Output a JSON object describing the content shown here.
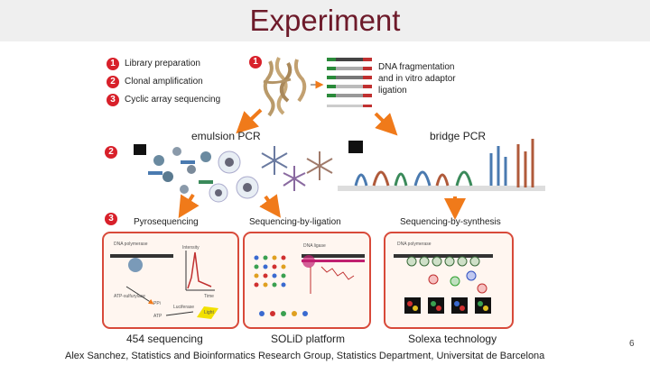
{
  "slide": {
    "title": "Experiment",
    "footer": "Alex Sanchez, Statistics and Bioinformatics Research Group, Statistics Department, Universitat de Barcelona",
    "page_number": "6"
  },
  "figure": {
    "steps": [
      {
        "number": "1",
        "label": "Library preparation"
      },
      {
        "number": "2",
        "label": "Clonal amplification"
      },
      {
        "number": "3",
        "label": "Cyclic array sequencing"
      }
    ],
    "row_badges": [
      "1",
      "2",
      "3"
    ],
    "dna_caption": "DNA fragmentation and in vitro adaptor ligation",
    "emulsion_pcr": "emulsion PCR",
    "bridge_pcr": "bridge PCR",
    "methods": [
      "Pyrosequencing",
      "Sequencing-by-ligation",
      "Sequencing-by-synthesis"
    ],
    "platforms": [
      "454 sequencing",
      "SOLiD platform",
      "Solexa technology"
    ],
    "panel_labels": {
      "dna_polymerase": "DNA polymerase",
      "intensity": "Intensity",
      "time": "Time",
      "ppi": "PPi",
      "atp_sulfurylase": "ATP-sulfurylase",
      "luciferase": "Luciferase",
      "atp": "ATP",
      "light": "Light",
      "dna_ligase": "DNA ligase"
    }
  },
  "colors": {
    "title": "#6d1a2a",
    "badge": "#d8202a",
    "arrow": "#f07a1a",
    "panel_border": "#d84a3a"
  }
}
